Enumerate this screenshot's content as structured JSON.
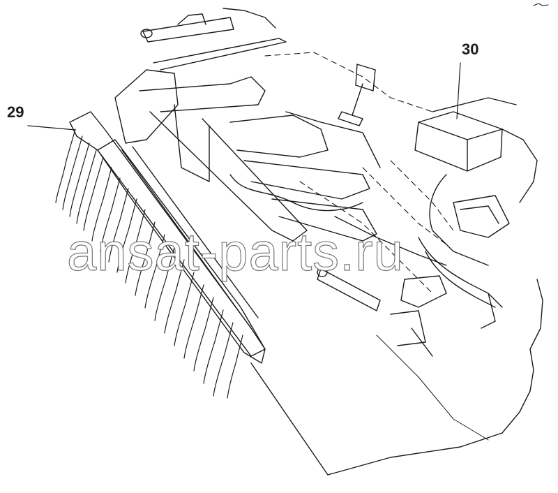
{
  "callouts": {
    "label_29": "29",
    "label_30": "30"
  },
  "watermark": {
    "text": "ansat-parts.ru"
  },
  "colors": {
    "line": "#1a1a1a",
    "background": "#ffffff",
    "watermark_outline": "#777777"
  }
}
